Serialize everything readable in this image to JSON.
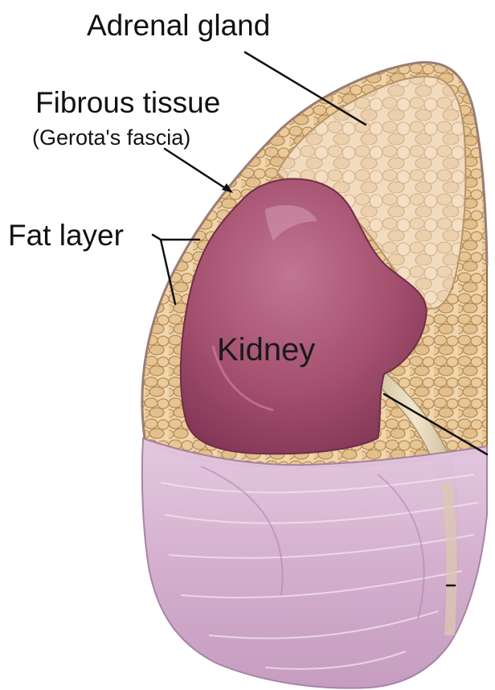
{
  "labels": {
    "adrenal_gland": "Adrenal gland",
    "fibrous_tissue": "Fibrous tissue",
    "gerotas_fascia": "(Gerota's fascia)",
    "fat_layer": "Fat layer",
    "kidney": "Kidney"
  },
  "colors": {
    "fat": "#e7c89c",
    "fat_outline": "#b48d5b",
    "adrenal": "#efd6b6",
    "kidney": "#a24e6e",
    "kidney_highlight": "#c67f98",
    "fascia": "#d8b7d3",
    "fascia_fold": "#c39ac0",
    "ureter": "#e7d9bc",
    "leader_line": "#111111"
  }
}
